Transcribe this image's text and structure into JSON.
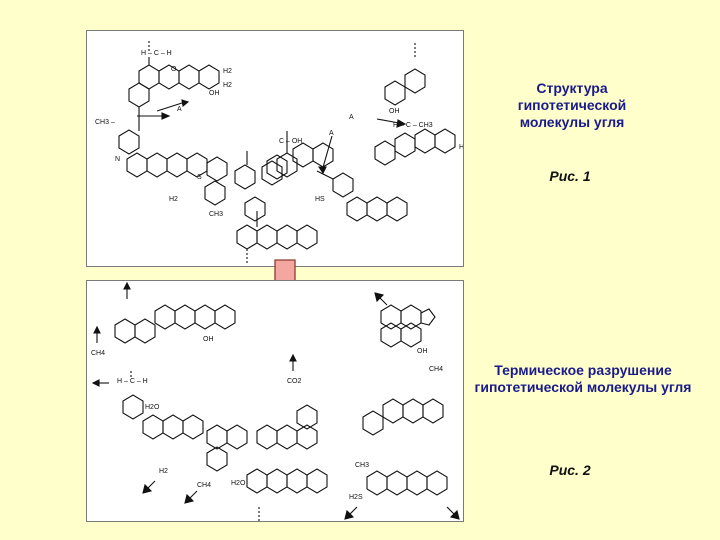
{
  "captions": {
    "title1": "Структура гипотетической молекулы угля",
    "fig1": "Рис. 1",
    "title2": "Термическое разрушение гипотетической молекулы угля",
    "fig2": "Рис. 2"
  },
  "panel1": {
    "labels": {
      "h_c_h_top": "H – C – H",
      "ch3o": "CH3 –",
      "h2_a": "H2",
      "h2_b": "H2",
      "h2_c": "H2",
      "h2_d": "H2",
      "oh_a": "OH",
      "oh_b": "OH",
      "arrow_a": "A",
      "arrow_a2": "A",
      "arrow_a3": "A",
      "cooh": "C – OH",
      "hs": "HS",
      "ch3_a": "CH3",
      "h_c_ch3": "H – C – CH3",
      "n": "N",
      "s": "S",
      "o": "O"
    }
  },
  "panel2": {
    "labels": {
      "ch4_a": "CH4",
      "ch4_b": "CH4",
      "ch4_c": "CH4",
      "co2": "CO2",
      "h2o_a": "H2O",
      "h2o_b": "H2O",
      "h2": "H2",
      "h2s": "H2S",
      "oh_a": "OH",
      "oh_b": "OH",
      "ch3": "CH3",
      "h_c_h": "H – C – H"
    }
  },
  "colors": {
    "background": "#FFFFCC",
    "caption": "#1a1a8c",
    "arrow_fill": "#F4A7A0",
    "arrow_stroke": "#8c3a34"
  }
}
